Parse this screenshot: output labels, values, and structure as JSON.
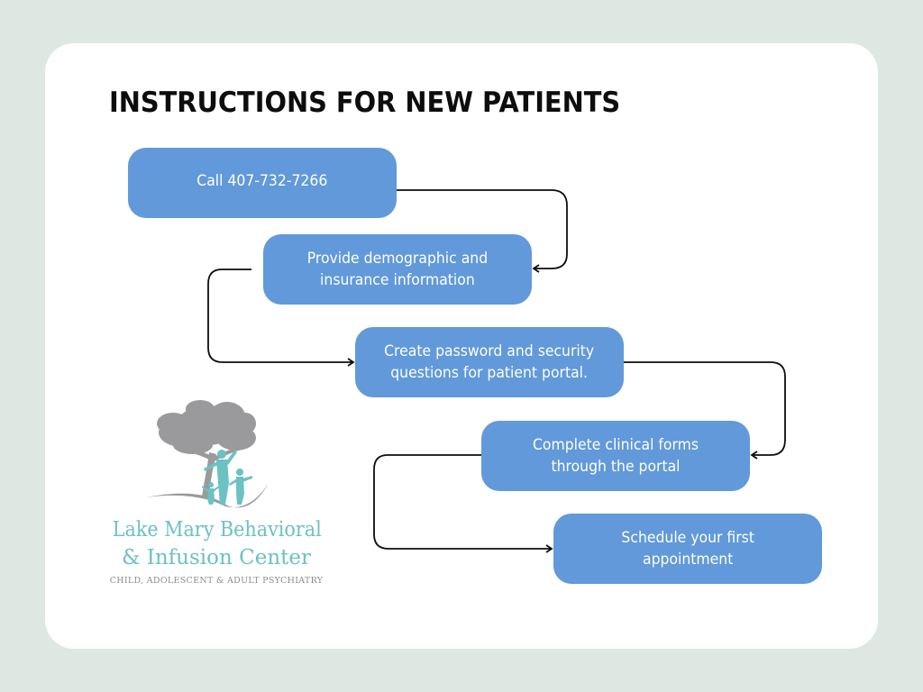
{
  "title": "INSTRUCTIONS FOR NEW PATIENTS",
  "colors": {
    "background": "#dde8e2",
    "card": "#ffffff",
    "step_fill": "#6199da",
    "step_text": "#ffffff",
    "connector": "#0d0d0d",
    "logo_teal": "#6cc1c3",
    "logo_gray": "#8c8c8c"
  },
  "steps": [
    {
      "lines": [
        "Call 407-732-7266"
      ]
    },
    {
      "lines": [
        "Provide demographic and",
        "insurance information"
      ]
    },
    {
      "lines": [
        "Create password and security",
        "questions for patient portal."
      ]
    },
    {
      "lines": [
        "Complete clinical forms",
        "through the portal"
      ]
    },
    {
      "lines": [
        "Schedule your first",
        "appointment"
      ]
    }
  ],
  "connectors": [
    {
      "from": 1,
      "to": 2,
      "icon": "arrow-right-angle"
    },
    {
      "from": 2,
      "to": 3,
      "icon": "arrow-right-angle"
    },
    {
      "from": 3,
      "to": 4,
      "icon": "arrow-right-angle"
    },
    {
      "from": 4,
      "to": 5,
      "icon": "arrow-right-angle"
    }
  ],
  "logo": {
    "icon": "tree-with-family-icon",
    "name_line1": "Lake Mary Behavioral",
    "name_line2": "& Infusion Center",
    "tagline": "CHILD, ADOLESCENT & ADULT PSYCHIATRY"
  }
}
